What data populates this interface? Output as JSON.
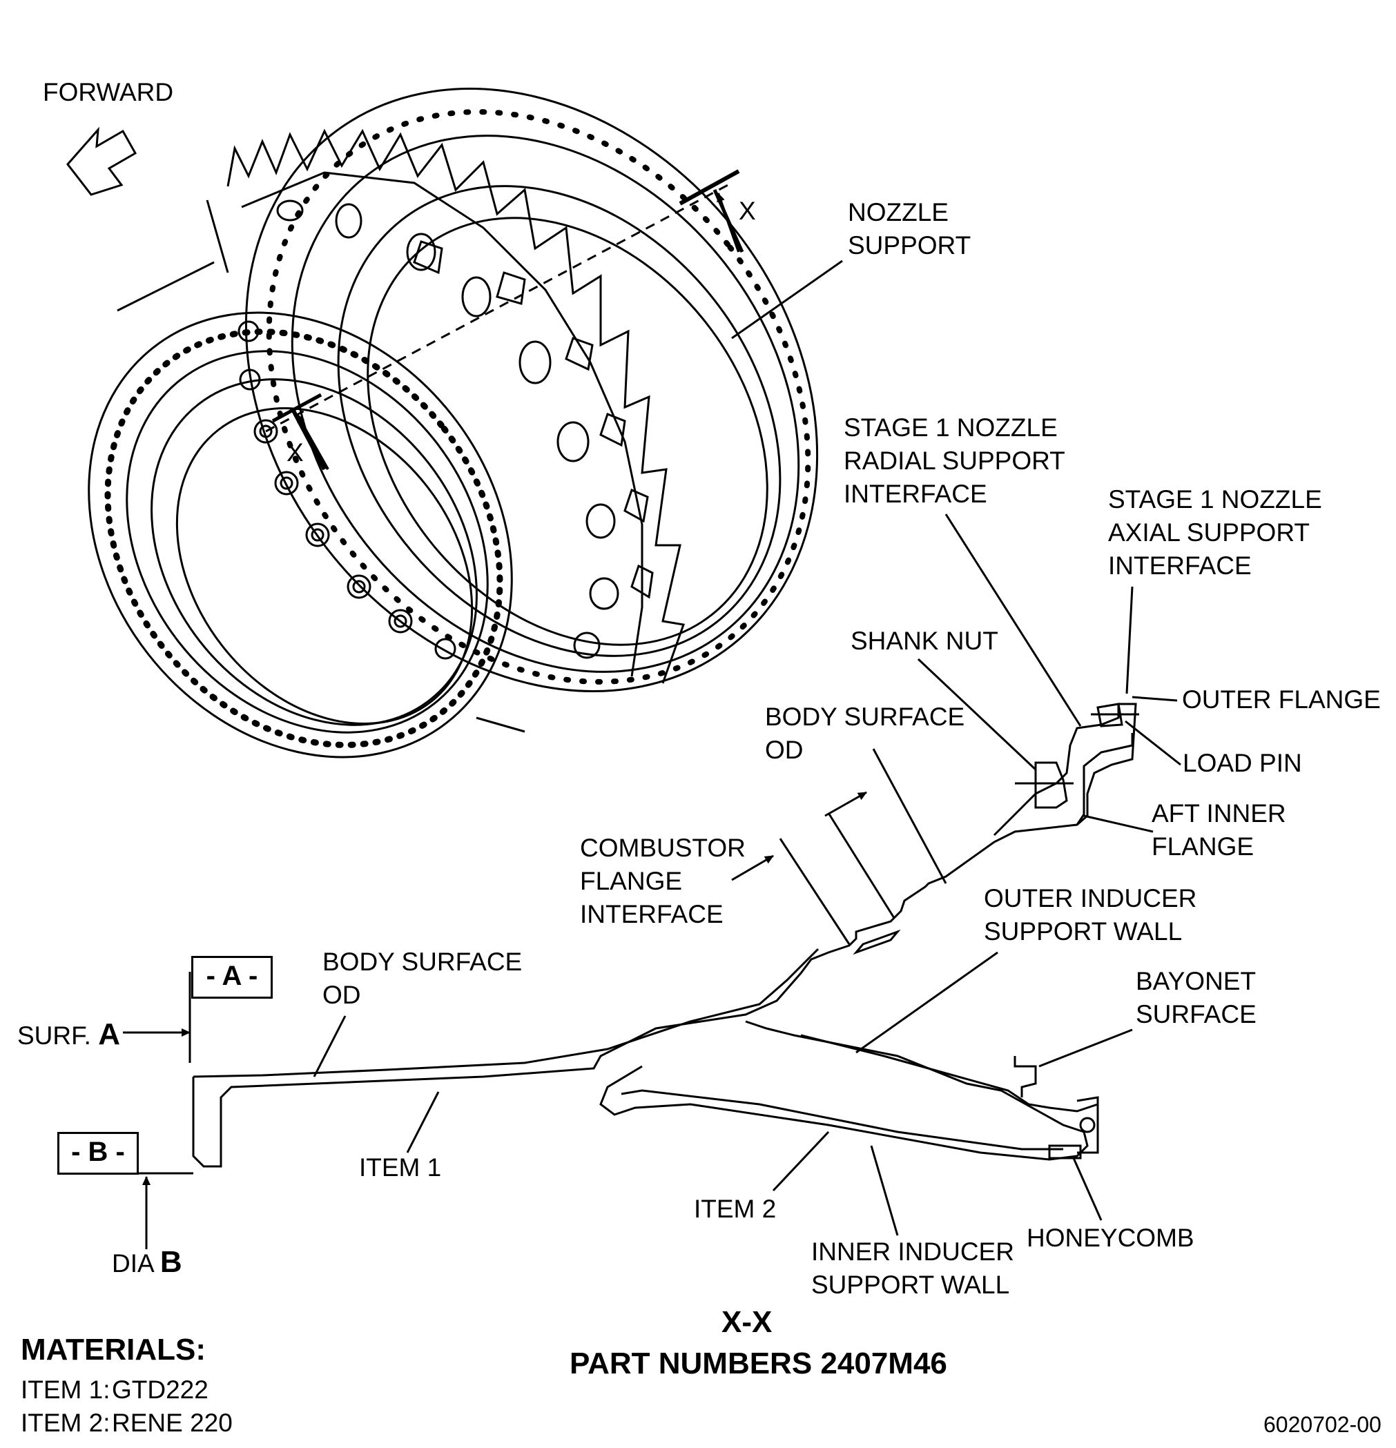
{
  "diagram": {
    "direction_label": "FORWARD",
    "section_marker": "X",
    "nozzle_support": [
      "NOZZLE",
      "SUPPORT"
    ],
    "radial_support": [
      "STAGE 1 NOZZLE",
      "RADIAL SUPPORT",
      "INTERFACE"
    ],
    "axial_support": [
      "STAGE 1 NOZZLE",
      "AXIAL SUPPORT",
      "INTERFACE"
    ],
    "shank_nut": "SHANK NUT",
    "outer_flange": "OUTER FLANGE",
    "load_pin": "LOAD PIN",
    "aft_inner_flange": [
      "AFT INNER",
      "FLANGE"
    ],
    "body_surface_od_upper": [
      "BODY SURFACE",
      "OD"
    ],
    "combustor_flange": [
      "COMBUSTOR",
      "FLANGE",
      "INTERFACE"
    ],
    "outer_inducer_wall": [
      "OUTER INDUCER",
      "SUPPORT WALL"
    ],
    "bayonet_surface": [
      "BAYONET",
      "SURFACE"
    ],
    "body_surface_od_lower": [
      "BODY SURFACE",
      "OD"
    ],
    "datum_a": "- A -",
    "datum_b": "- B -",
    "surf_a_prefix": "SURF.",
    "surf_a_letter": "A",
    "dia_b_prefix": "DIA",
    "dia_b_letter": "B",
    "item_1": "ITEM 1",
    "item_2": "ITEM 2",
    "inner_inducer_wall": [
      "INNER INDUCER",
      "SUPPORT WALL"
    ],
    "honeycomb": "HONEYCOMB",
    "section_title": "X-X",
    "part_numbers": "PART NUMBERS 2407M46",
    "drawing_number": "6020702-00"
  },
  "materials": {
    "heading": "MATERIALS:",
    "items": [
      {
        "label": "ITEM 1:",
        "value": "GTD222"
      },
      {
        "label": "ITEM 2:",
        "value": "RENE 220"
      }
    ]
  }
}
